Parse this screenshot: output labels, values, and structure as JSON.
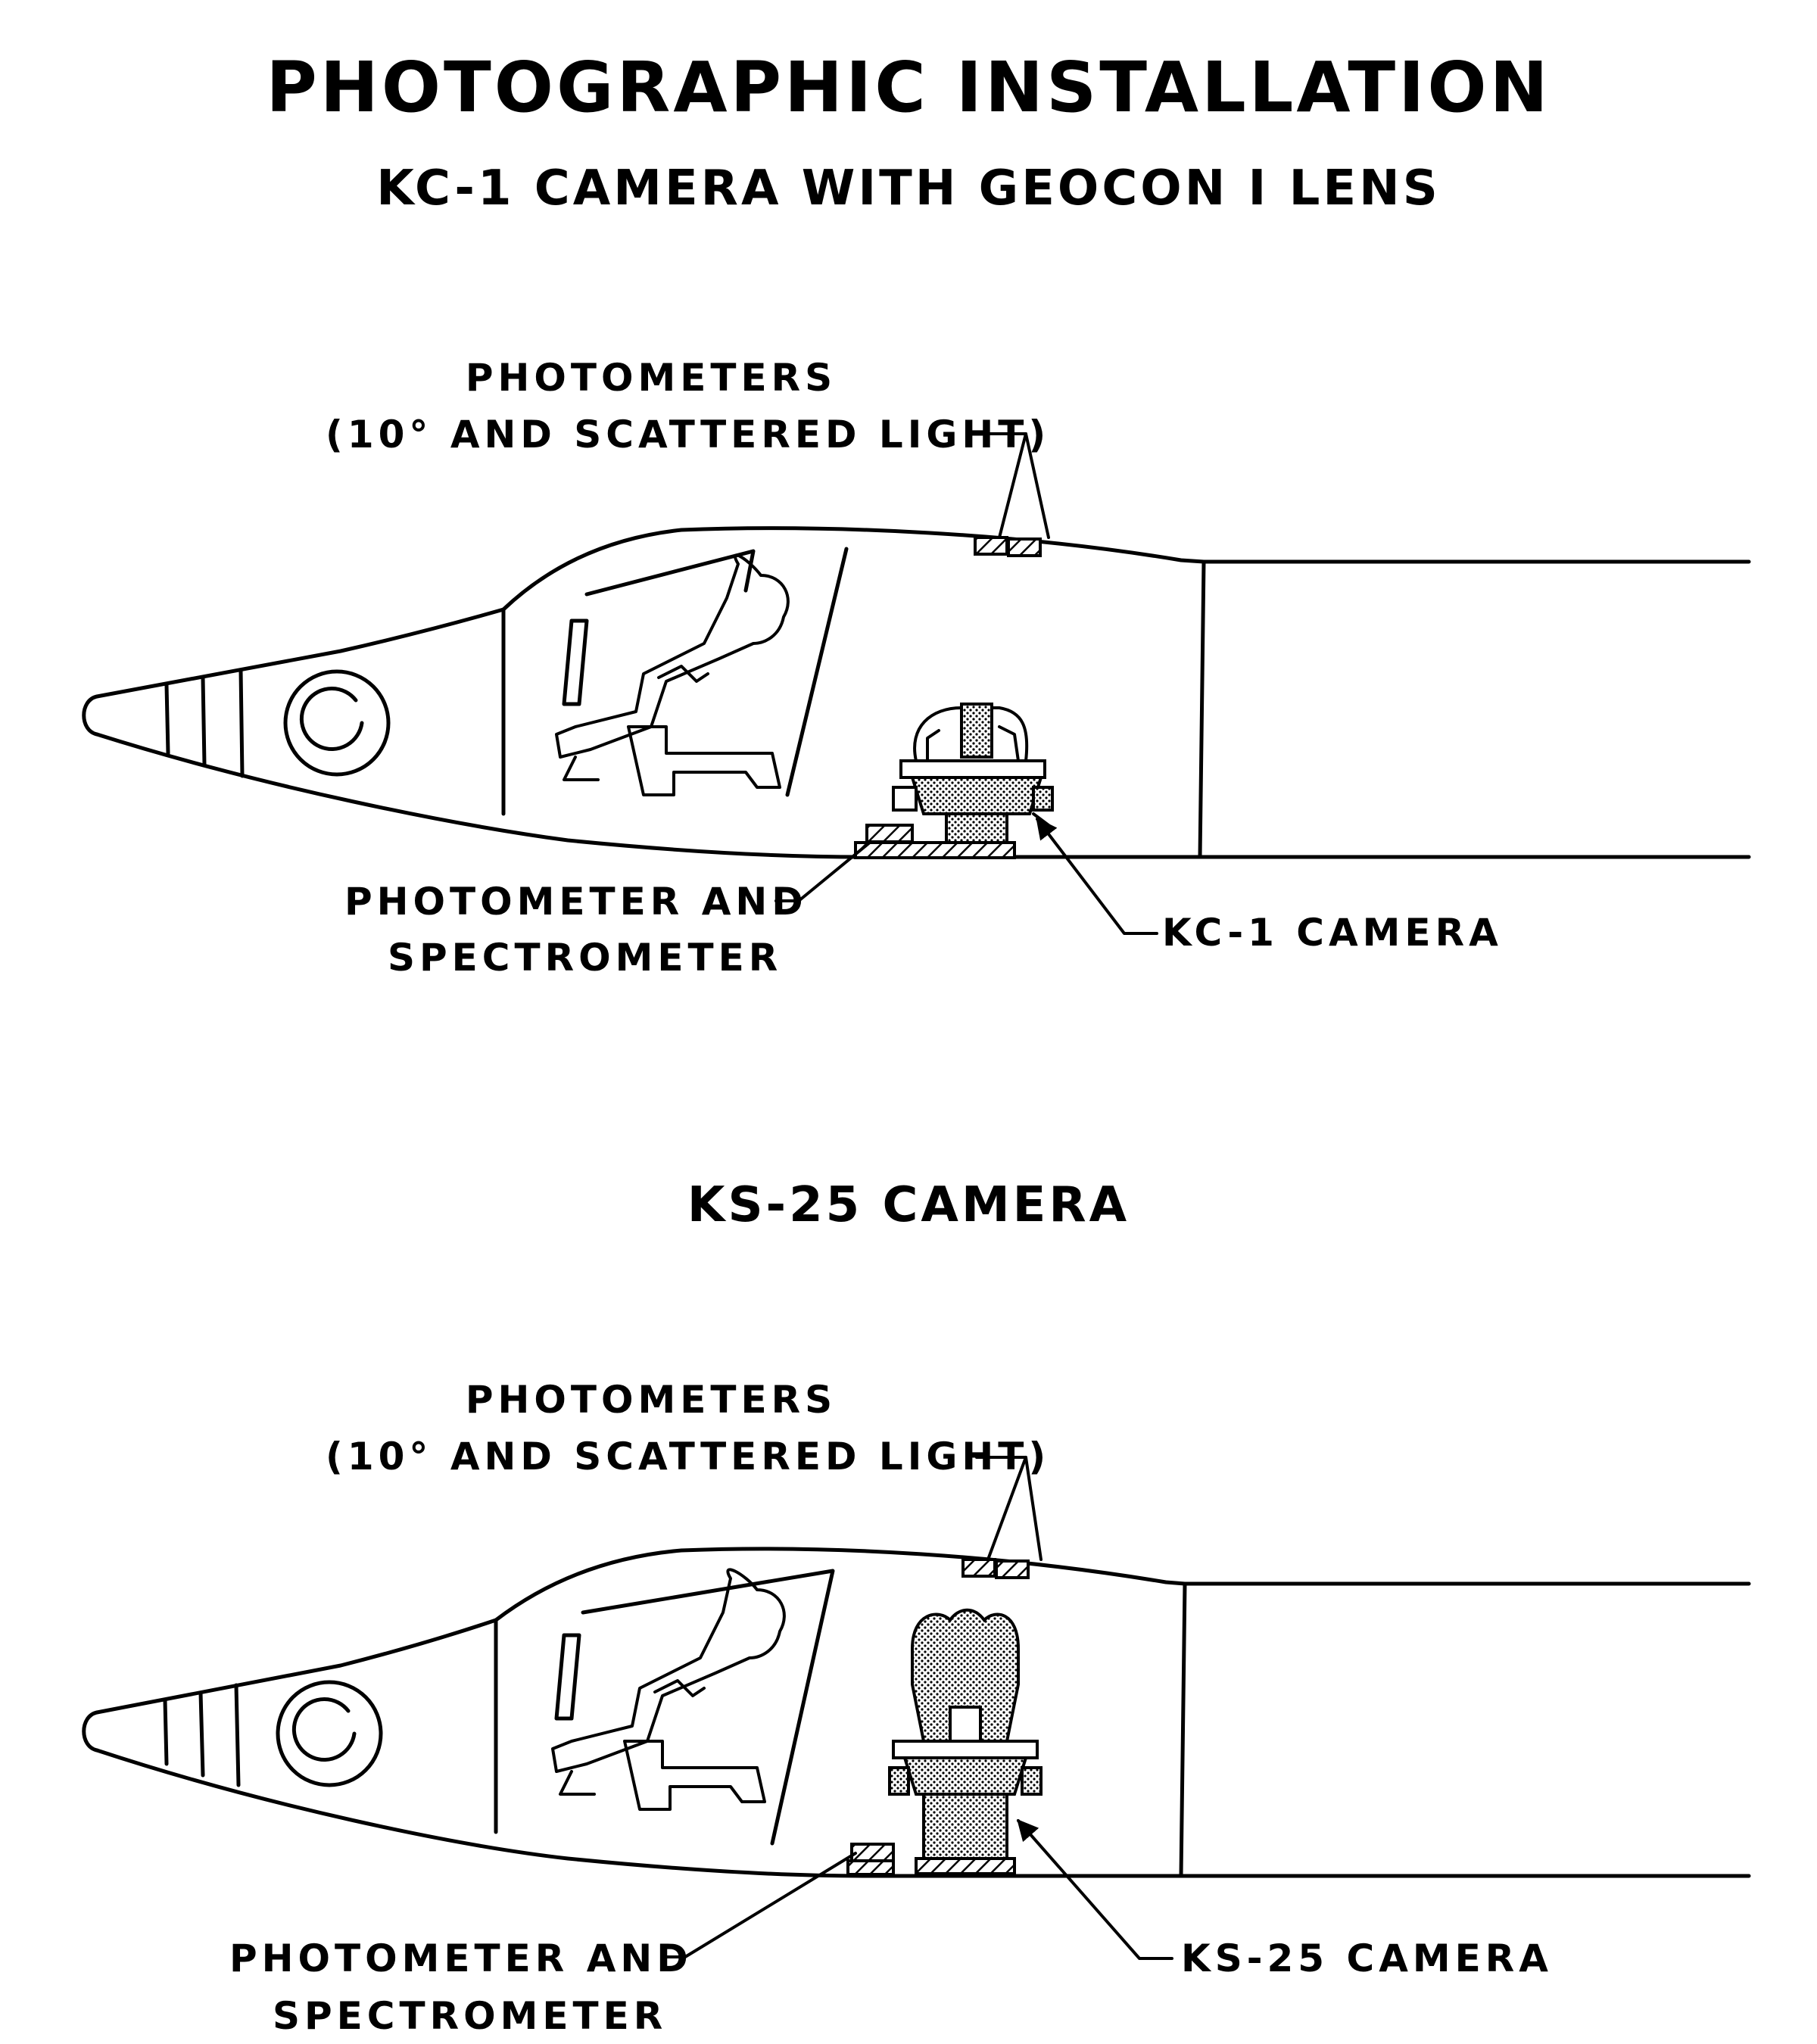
{
  "title": "PHOTOGRAPHIC INSTALLATION",
  "top_diagram": {
    "heading": "KC-1 CAMERA WITH GEOCON I LENS",
    "photometers_label_line1": "PHOTOMETERS",
    "photometers_label_line2": "(10° AND SCATTERED LIGHT)",
    "photometer_spectrometer_line1": "PHOTOMETER AND",
    "photometer_spectrometer_line2": "SPECTROMETER",
    "camera_label": "KC-1 CAMERA"
  },
  "bottom_diagram": {
    "heading": "KS-25 CAMERA",
    "photometers_label_line1": "PHOTOMETERS",
    "photometers_label_line2": "(10° AND SCATTERED LIGHT)",
    "photometer_spectrometer_line1": "PHOTOMETER AND",
    "photometer_spectrometer_line2": "SPECTROMETER",
    "camera_label": "KS-25 CAMERA"
  },
  "colors": {
    "ink": "#000000",
    "background": "#ffffff"
  }
}
